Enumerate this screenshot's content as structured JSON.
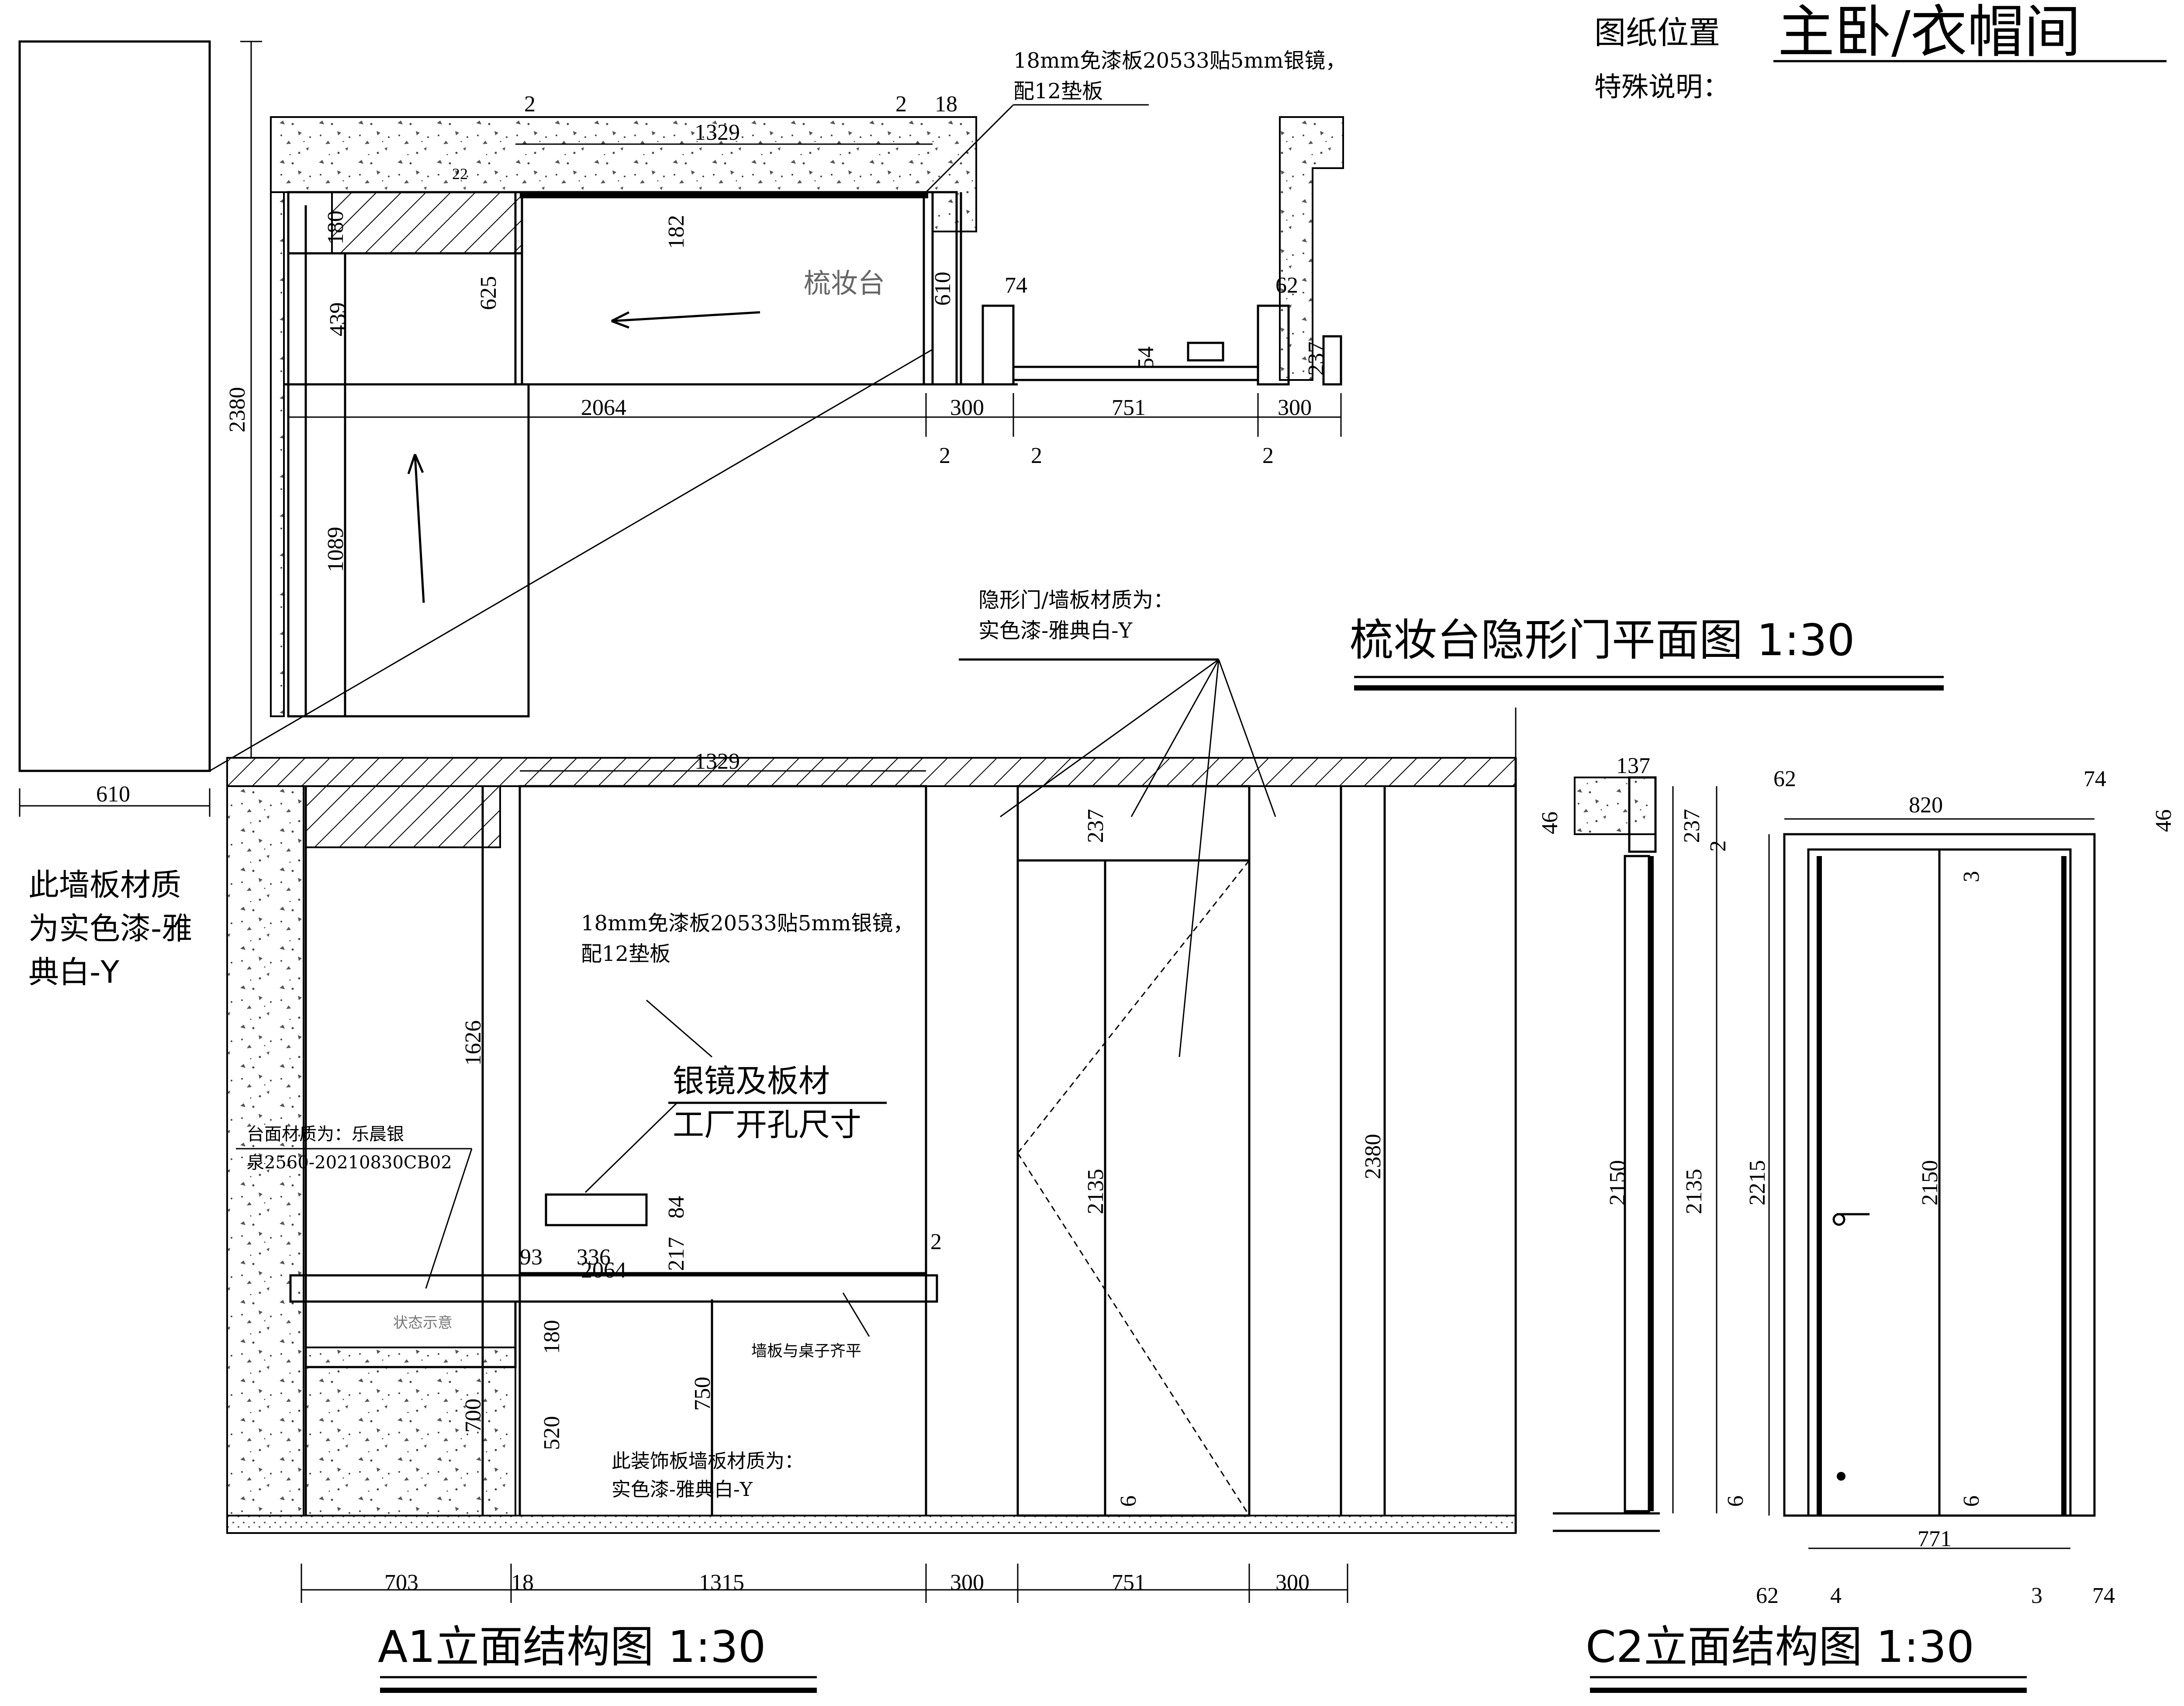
{
  "header": {
    "location_label": "图纸位置",
    "location_value": "主卧/衣帽间",
    "note_label": "特殊说明："
  },
  "titles": {
    "plan": "梳妆台隐形门平面图 1:30",
    "a1": "A1立面结构图 1:30",
    "c2": "C2立面结构图 1:30"
  },
  "notes": {
    "wall_panel_line1": "此墙板材质",
    "wall_panel_line2": "为实色漆-雅",
    "wall_panel_line3": "典白-Y",
    "mirror_plan_line1": "18mm免漆板20533贴5mm银镜，",
    "mirror_plan_line2": "配12垫板",
    "mirror_elev_line1": "18mm免漆板20533贴5mm银镜，",
    "mirror_elev_line2": "配12垫板",
    "dresser": "梳妆台",
    "hidden_door_line1": "隐形门/墙板材质为：",
    "hidden_door_line2": "实色漆-雅典白-Y",
    "silver_mirror_line1": "银镜及板材",
    "silver_mirror_line2": "工厂开孔尺寸",
    "countertop_line1": "台面材质为：乐晨银",
    "countertop_line2": "泉2560-20210830CB02",
    "state_label": "状态示意",
    "align": "墙板与桌子齐平",
    "decor_line1": "此装饰板墙板材质为：",
    "decor_line2": "实色漆-雅典白-Y"
  },
  "dims": {
    "tall_610": "610",
    "tall_2380": "2380",
    "p_2a": "2",
    "p_1329": "1329",
    "p_2b": "2",
    "p_18": "18",
    "p_22": "22",
    "p_182": "182",
    "p_180": "180",
    "p_439": "439",
    "p_625": "625",
    "p_610": "610",
    "p_2064": "2064",
    "p_1089": "1089",
    "p_74": "74",
    "p_62": "62",
    "p_54": "54",
    "p_237": "237",
    "p_300a": "300",
    "p_751": "751",
    "p_300b": "300",
    "p_2c": "2",
    "p_2d": "2",
    "p_2e": "2",
    "a_1329": "1329",
    "a_1626": "1626",
    "a_237": "237",
    "a_2135": "2135",
    "a_2380": "2380",
    "a_2": "2",
    "a_93": "93",
    "a_336": "336",
    "a_2064": "2064",
    "a_217": "217",
    "a_84": "84",
    "a_180": "180",
    "a_700": "700",
    "a_750": "750",
    "a_520": "520",
    "a_6": "6",
    "a_703": "703",
    "a_18": "18",
    "a_1315": "1315",
    "a_300a": "300",
    "a_751": "751",
    "a_300b": "300",
    "c_137": "137",
    "c_46a": "46",
    "c_237": "237",
    "c_2a": "2",
    "c_2150a": "2150",
    "c_2135": "2135",
    "c_6a": "6",
    "c_62a": "62",
    "c_820": "820",
    "c_74a": "74",
    "c_46b": "46",
    "c_3a": "3",
    "c_2215": "2215",
    "c_2150b": "2150",
    "c_6b": "6",
    "c_771": "771",
    "c_62b": "62",
    "c_4": "4",
    "c_3b": "3",
    "c_74b": "74"
  }
}
